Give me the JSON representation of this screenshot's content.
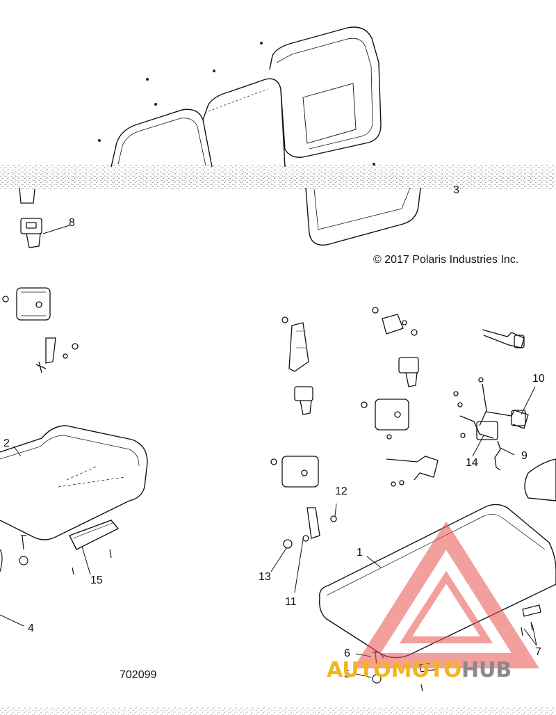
{
  "diagram": {
    "copyright": "© 2017 Polaris Industries Inc.",
    "document_number": "702099",
    "callouts": [
      "1",
      "2",
      "3",
      "4",
      "5",
      "6",
      "7",
      "8",
      "9",
      "10",
      "11",
      "12",
      "13",
      "14",
      "15"
    ]
  },
  "watermark": {
    "part_auto": "AUTO",
    "part_moto": "MOTO",
    "part_hub": "HUB",
    "color_red": "#e8524f",
    "color_yellow": "#f2b51d",
    "color_gray": "#8a8a8a"
  }
}
